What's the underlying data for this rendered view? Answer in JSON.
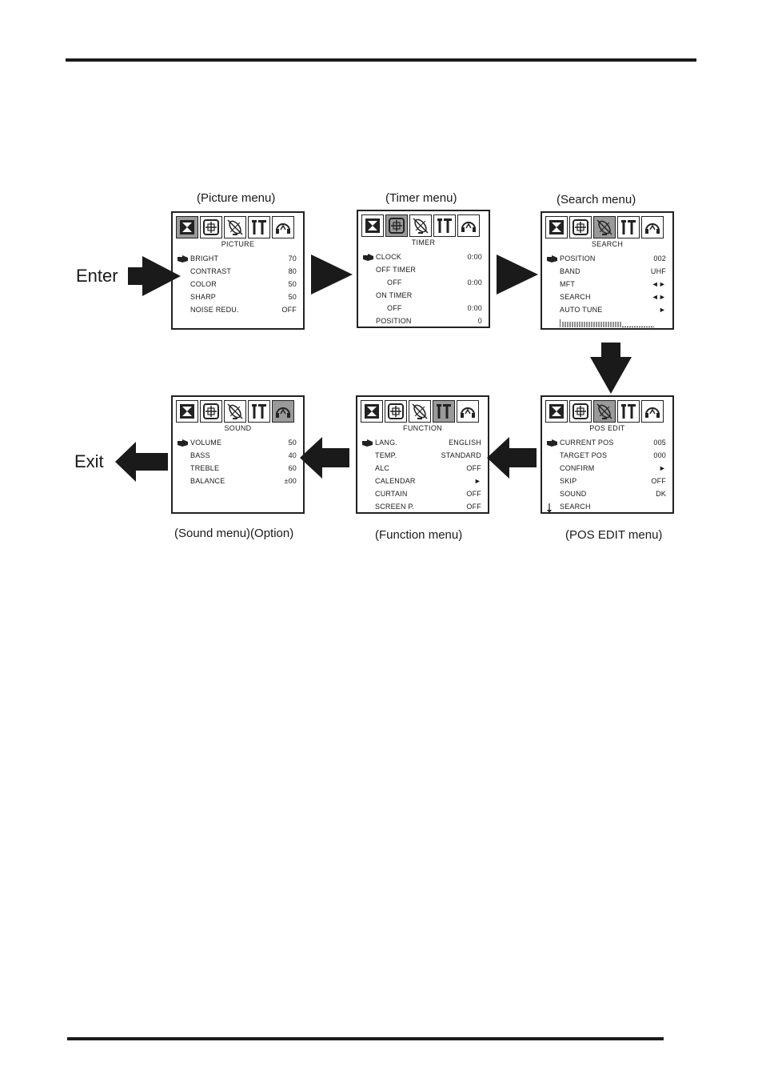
{
  "menus": {
    "picture": {
      "caption": "(Picture menu)",
      "title": "PICTURE",
      "active_tab": 0,
      "rows": [
        {
          "label": "BRIGHT",
          "value": "70",
          "pointer": true
        },
        {
          "label": "CONTRAST",
          "value": "80"
        },
        {
          "label": "COLOR",
          "value": "50"
        },
        {
          "label": "SHARP",
          "value": "50"
        },
        {
          "label": "NOISE REDU.",
          "value": "OFF"
        }
      ]
    },
    "timer": {
      "caption": "(Timer menu)",
      "title": "TIMER",
      "active_tab": 1,
      "rows": [
        {
          "label": "CLOCK",
          "value": "0:00",
          "pointer": true
        },
        {
          "label": "OFF TIMER",
          "value": ""
        },
        {
          "label": "OFF",
          "value": "0:00",
          "indent": true
        },
        {
          "label": "ON TIMER",
          "value": ""
        },
        {
          "label": "OFF",
          "value": "0:00",
          "indent": true
        },
        {
          "label": "POSITION",
          "value": "0"
        }
      ]
    },
    "search": {
      "caption": "(Search menu)",
      "title": "SEARCH",
      "active_tab": 2,
      "rows": [
        {
          "label": "POSITION",
          "value": "002",
          "pointer": true
        },
        {
          "label": "BAND",
          "value": "UHF"
        },
        {
          "label": "MFT",
          "value": "◄►"
        },
        {
          "label": "SEARCH",
          "value": "◄►"
        },
        {
          "label": "AUTO TUNE",
          "value": "►"
        }
      ]
    },
    "pos_edit": {
      "caption": "(POS EDIT menu)",
      "title": "POS EDIT",
      "active_tab": 2,
      "rows": [
        {
          "label": "CURRENT POS",
          "value": "005",
          "pointer": true
        },
        {
          "label": "TARGET POS",
          "value": "000"
        },
        {
          "label": "CONFIRM",
          "value": "►"
        },
        {
          "label": "SKIP",
          "value": "OFF"
        },
        {
          "label": "SOUND",
          "value": "DK"
        },
        {
          "label": "SEARCH",
          "value": ""
        }
      ]
    },
    "function": {
      "caption": "(Function menu)",
      "title": "FUNCTION",
      "active_tab": 3,
      "rows": [
        {
          "label": "LANG.",
          "value": "ENGLISH",
          "pointer": true
        },
        {
          "label": "TEMP.",
          "value": "STANDARD"
        },
        {
          "label": "ALC",
          "value": "OFF"
        },
        {
          "label": "CALENDAR",
          "value": "►"
        },
        {
          "label": "CURTAIN",
          "value": "OFF"
        },
        {
          "label": "SCREEN P.",
          "value": "OFF"
        }
      ]
    },
    "sound": {
      "caption": "(Sound menu)(Option)",
      "title": "SOUND",
      "active_tab": 4,
      "rows": [
        {
          "label": "VOLUME",
          "value": "50",
          "pointer": true
        },
        {
          "label": "BASS",
          "value": "40"
        },
        {
          "label": "TREBLE",
          "value": "60"
        },
        {
          "label": "BALANCE",
          "value": "±00"
        }
      ]
    }
  },
  "flow": {
    "enter_label": "Enter",
    "exit_label": "Exit"
  },
  "tab_icons": [
    "picture-icon",
    "timer-icon",
    "antenna-icon",
    "function-icon",
    "sound-icon"
  ]
}
